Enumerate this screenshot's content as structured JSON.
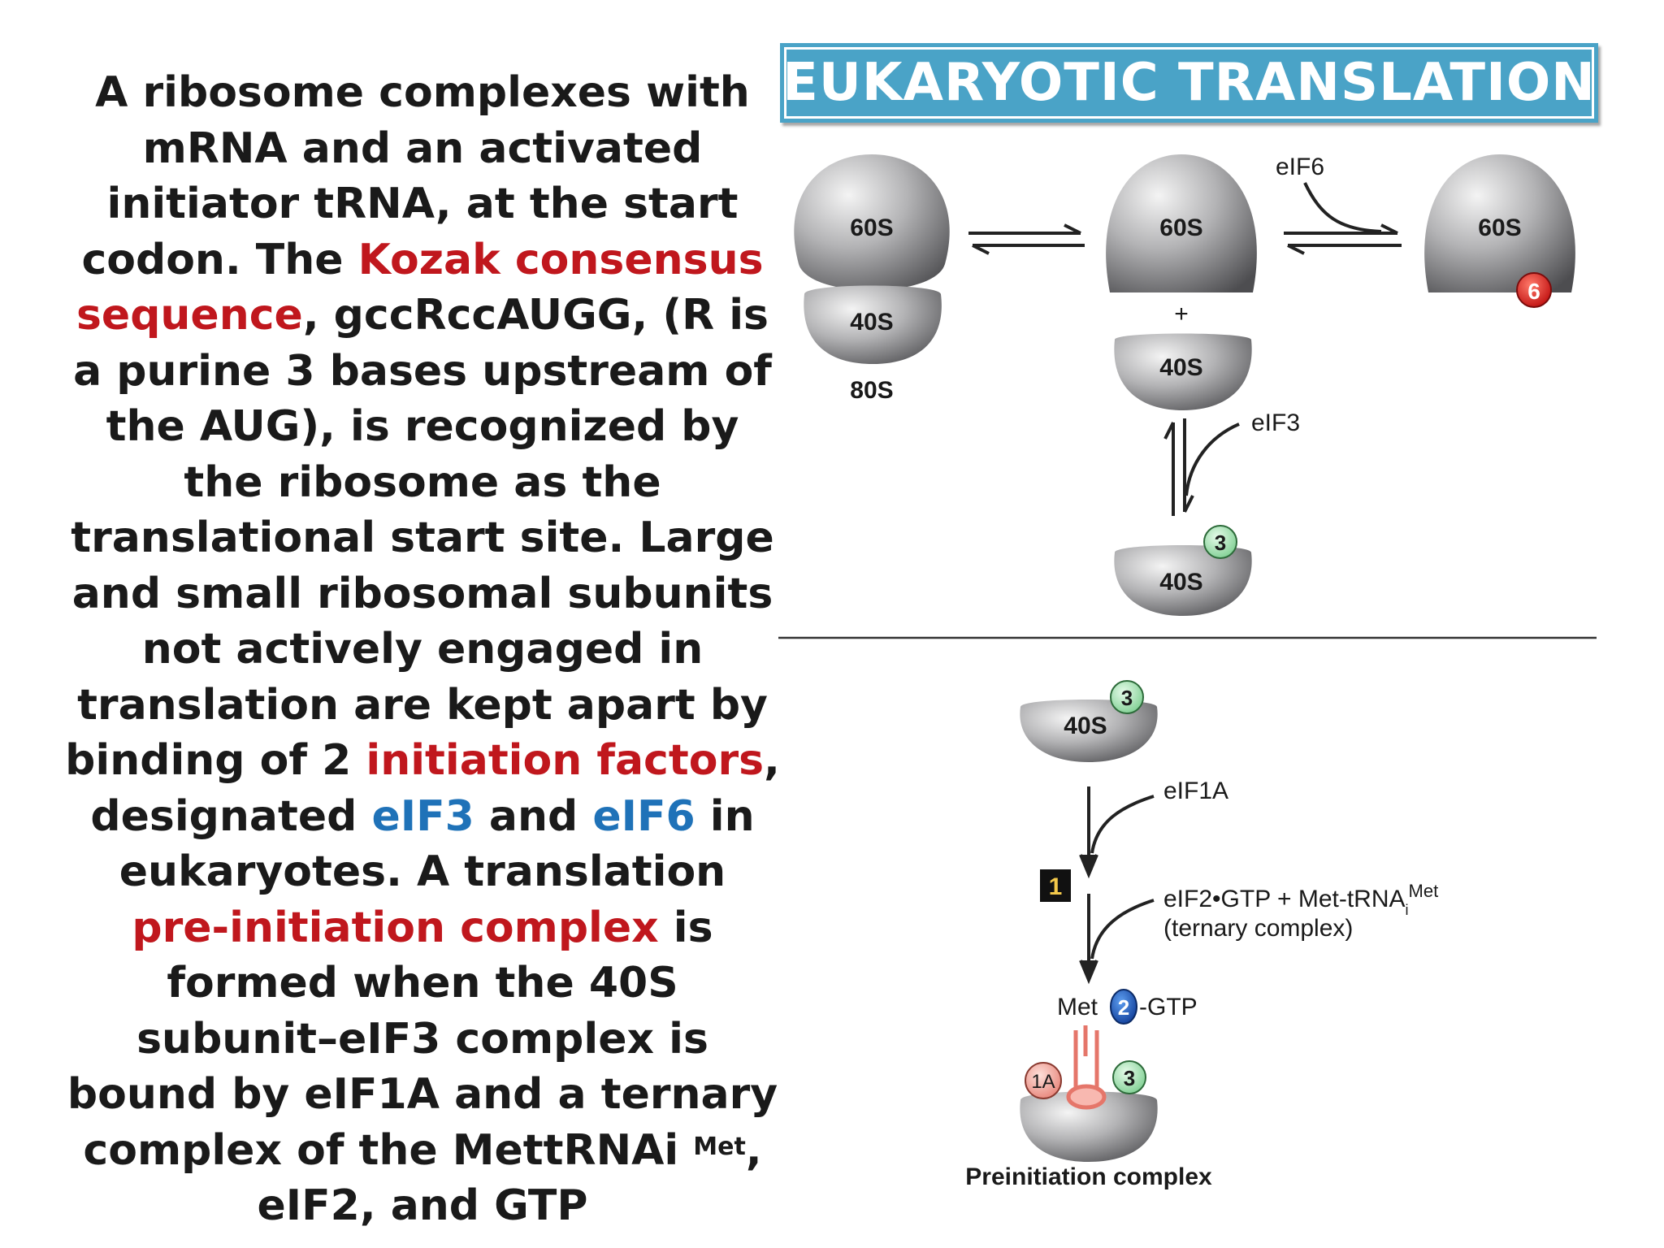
{
  "title": "EUKARYOTIC TRANSLATION",
  "paragraph": {
    "p1": "A ribosome complexes with mRNA and an activated initiator tRNA, at the start codon. The ",
    "kozak": "Kozak consensus sequence",
    "p2": ", gccRccAUGG, (R is a purine 3 bases upstream of the AUG), is recognized by the ribosome as the translational start site. Large and small ribosomal subunits not actively engaged in translation are kept apart by binding of 2 ",
    "init_factors": "initiation factors",
    "p3": ", designated ",
    "eif3": "eIF3",
    "p4": " and ",
    "eif6": "eIF6",
    "p5": " in eukaryotes. A translation ",
    "pre_init": "pre-initiation complex",
    "p6": " is formed when the 40S subunit–eIF3 complex is bound by eIF1A and a ternary complex of the MettRNAi ",
    "met_sup": "Met",
    "p7": ", eIF2, and GTP"
  },
  "diagram": {
    "ribosome_80s": {
      "large": "60S",
      "small": "40S",
      "label": "80S"
    },
    "split_large": "60S",
    "plus": "+",
    "split_small": "40S",
    "eif6_label": "eIF6",
    "large_eif6": {
      "subunit": "60S",
      "badge": "6"
    },
    "eif3_label": "eIF3",
    "small_eif3": {
      "subunit": "40S",
      "badge": "3"
    },
    "small_eif3_b": {
      "subunit": "40S",
      "badge": "3"
    },
    "eif1a_label": "eIF1A",
    "step_badge": "1",
    "ternary_line1": "eIF2•GTP + Met-tRNA",
    "ternary_sub": "i",
    "ternary_sup": "Met",
    "ternary_line2": "(ternary complex)",
    "met_label": "Met",
    "eif2_badge": "2",
    "gtp_label": "-GTP",
    "badge_1a": "1A",
    "badge_3_final": "3",
    "preinit_label": "Preinitiation complex"
  },
  "colors": {
    "title_bg": "#4aa3c7",
    "red_text": "#c0171d",
    "blue_text": "#1f72b8",
    "eif6_badge": "#d42020",
    "eif3_badge": "#9fdcad",
    "eif2_badge": "#1f5fb8",
    "eif1a_badge": "#f2a49a",
    "trna": "#f08a80"
  }
}
